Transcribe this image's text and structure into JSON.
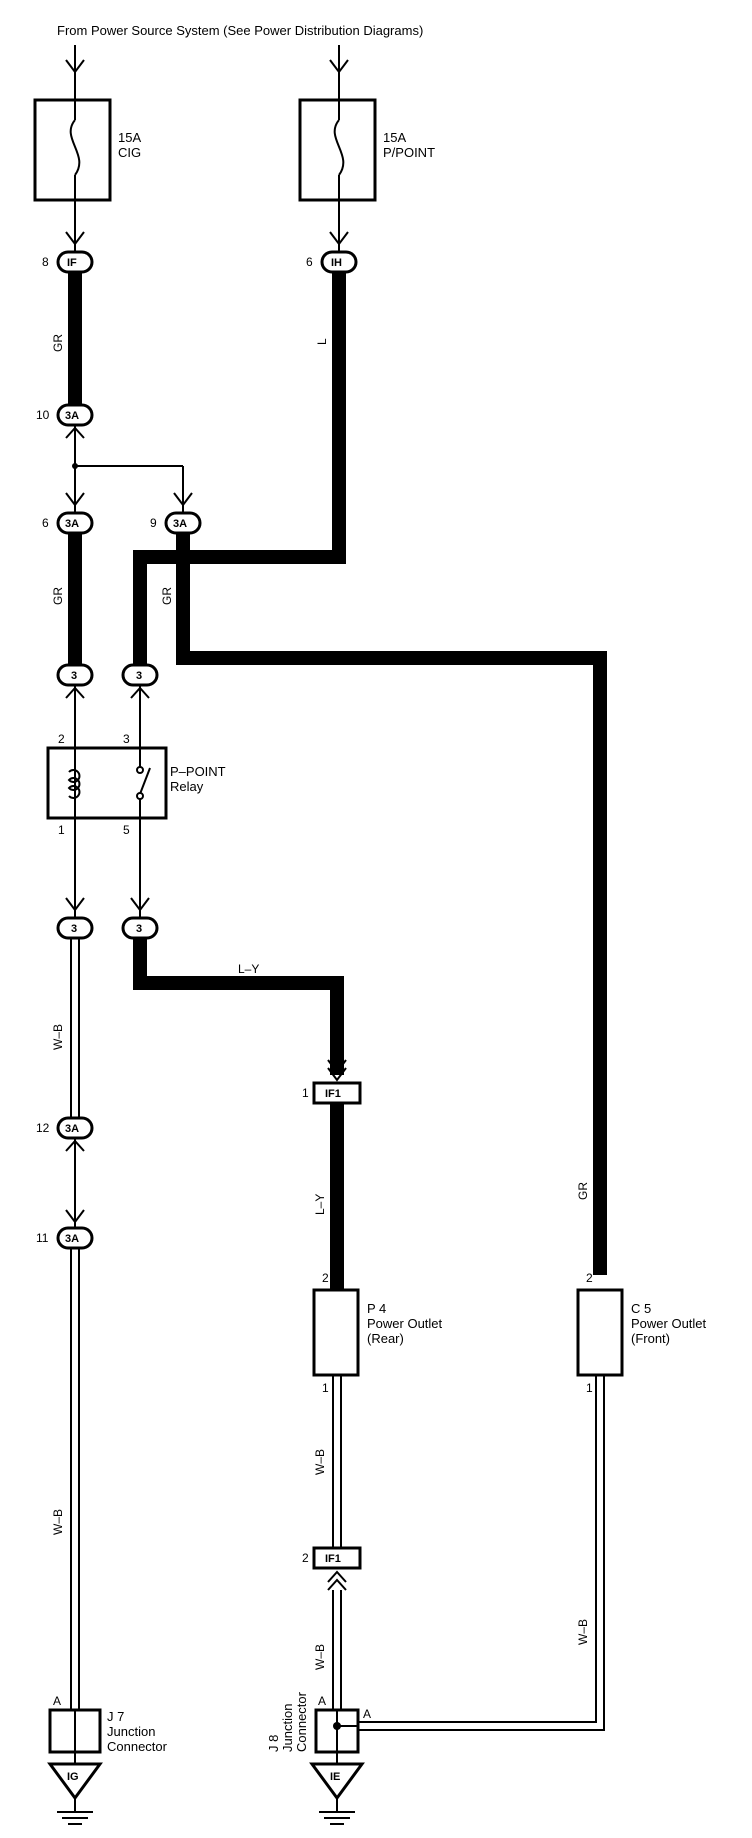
{
  "header": {
    "source_note": "From Power Source System (See Power Distribution Diagrams)"
  },
  "fuses": [
    {
      "id": "fuse-cig",
      "rating": "15A",
      "name": "CIG"
    },
    {
      "id": "fuse-ppoint",
      "rating": "15A",
      "name": "P/POINT"
    }
  ],
  "connectors": {
    "if_8": {
      "code": "IF",
      "pin": "8"
    },
    "ih_6": {
      "code": "IH",
      "pin": "6"
    },
    "3a_10": {
      "code": "3A",
      "pin": "10"
    },
    "3a_6": {
      "code": "3A",
      "pin": "6"
    },
    "3a_9": {
      "code": "3A",
      "pin": "9"
    },
    "r3_left_top": {
      "code": "3",
      "pin": ""
    },
    "r3_right_top": {
      "code": "3",
      "pin": ""
    },
    "r3_left_bot": {
      "code": "3",
      "pin": ""
    },
    "r3_right_bot": {
      "code": "3",
      "pin": ""
    },
    "3a_12": {
      "code": "3A",
      "pin": "12"
    },
    "3a_11": {
      "code": "3A",
      "pin": "11"
    },
    "if1_1": {
      "code": "IF1",
      "pin": "1"
    },
    "if1_2": {
      "code": "IF1",
      "pin": "2"
    }
  },
  "relay": {
    "name_line1": "P–POINT",
    "name_line2": "Relay",
    "pins": {
      "top_left": "2",
      "top_right": "3",
      "bottom_left": "1",
      "bottom_right": "5"
    }
  },
  "wires": {
    "gr_1": "GR",
    "l_1": "L",
    "gr_2": "GR",
    "gr_3": "GR",
    "wb_1": "W–B",
    "ly_1": "L–Y",
    "ly_2": "L–Y",
    "gr_4": "GR",
    "wb_2": "W–B",
    "wb_3": "W–B",
    "wb_4": "W–B",
    "wb_5": "W–B"
  },
  "outlets": [
    {
      "id": "p4",
      "code": "P 4",
      "line1": "Power Outlet",
      "line2": "(Rear)",
      "pin_top": "2",
      "pin_bottom": "1"
    },
    {
      "id": "c5",
      "code": "C 5",
      "line1": "Power Outlet",
      "line2": "(Front)",
      "pin_top": "2",
      "pin_bottom": "1"
    }
  ],
  "junctions": {
    "j7": {
      "code": "J 7",
      "line1": "Junction",
      "line2": "Connector",
      "pin": "A"
    },
    "j8": {
      "code": "J 8",
      "line1": "Junction",
      "line2": "Connector",
      "pin_top": "A",
      "pin_right": "A"
    }
  },
  "grounds": {
    "ig": "IG",
    "ie": "IE"
  }
}
